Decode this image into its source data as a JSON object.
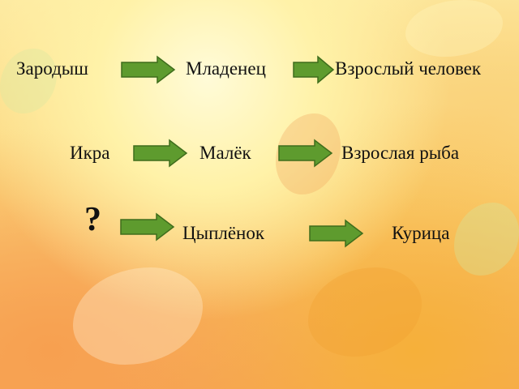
{
  "rows": [
    [
      "Зародыш",
      "Младенец",
      "Взрослый человек"
    ],
    [
      "Икра",
      "Малёк",
      "Взрослая рыба"
    ],
    [
      "?",
      "Цыплёнок",
      "Курица"
    ]
  ],
  "colors": {
    "arrow_fill": "#5e9b2e",
    "arrow_border": "#3f6d1c"
  },
  "icons": {
    "arrow": "arrow-right-icon"
  }
}
